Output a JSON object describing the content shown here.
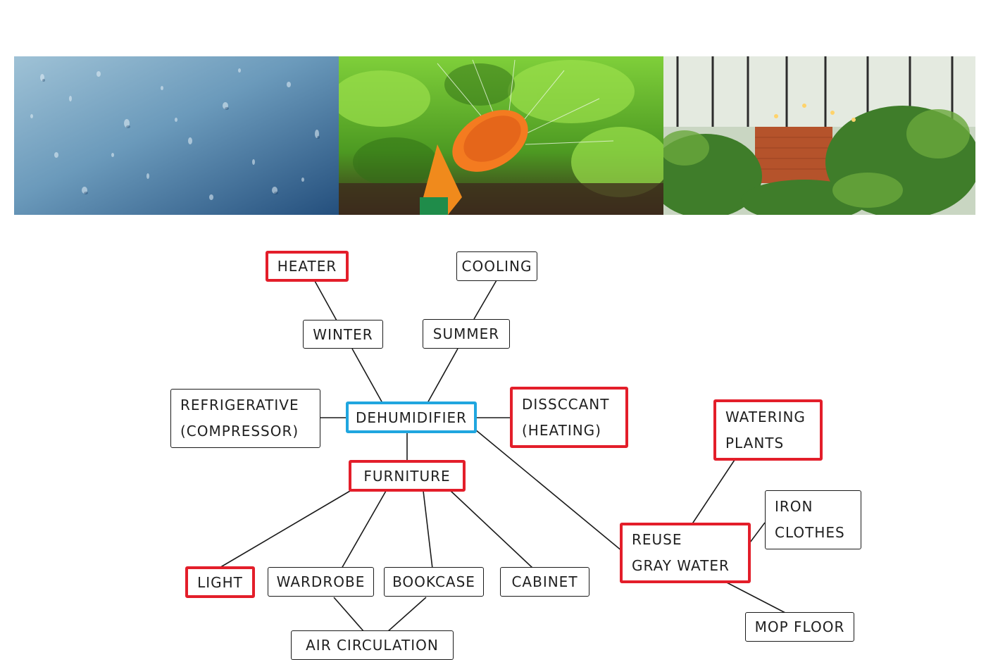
{
  "colors": {
    "accent_red": "#e31e2a",
    "accent_blue": "#20a6df",
    "line": "#1a1a1a"
  },
  "photos": [
    {
      "name": "rain-on-window"
    },
    {
      "name": "watering-can-plants"
    },
    {
      "name": "indoor-greenhouse"
    }
  ],
  "nodes": {
    "heater": "HEATER",
    "cooling": "COOLING",
    "winter": "WINTER",
    "summer": "SUMMER",
    "refrigerative_1": "REFRIGERATIVE",
    "refrigerative_2": "(COMPRESSOR)",
    "dehumidifier": "DEHUMIDIFIER",
    "disscant_1": "DISSCCANT",
    "disscant_2": "(HEATING)",
    "furniture": "FURNITURE",
    "watering_1": "WATERING",
    "watering_2": "PLANTS",
    "iron_1": "IRON",
    "iron_2": "CLOTHES",
    "reuse_1": "REUSE",
    "reuse_2": "GRAY WATER",
    "light": "LIGHT",
    "wardrobe": "WARDROBE",
    "bookcase": "BOOKCASE",
    "cabinet": "CABINET",
    "mop_floor": "MOP FLOOR",
    "air_circulation": "AIR CIRCULATION"
  }
}
